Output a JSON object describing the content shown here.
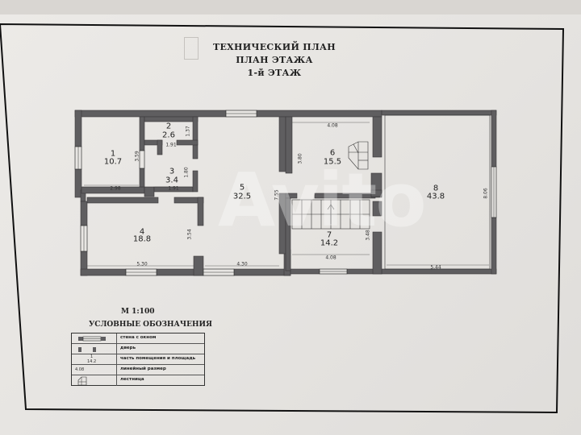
{
  "header": {
    "title1": "ТЕХНИЧЕСКИЙ ПЛАН",
    "title2": "ПЛАН ЭТАЖА",
    "title3": "1-й ЭТАЖ"
  },
  "watermark": "Avito",
  "rooms": [
    {
      "num": "1",
      "area": "10.7"
    },
    {
      "num": "2",
      "area": "2.6"
    },
    {
      "num": "3",
      "area": "3.4"
    },
    {
      "num": "4",
      "area": "18.8"
    },
    {
      "num": "5",
      "area": "32.5"
    },
    {
      "num": "6",
      "area": "15.5"
    },
    {
      "num": "7",
      "area": "14.2"
    },
    {
      "num": "8",
      "area": "43.8"
    }
  ],
  "dims": {
    "d_3_59": "3.59",
    "d_1_91a": "1.91",
    "d_1_37": "1.37",
    "d_1_80": "1.80",
    "d_2_98": "2.98",
    "d_1_91b": "1.91",
    "d_3_54": "3.54",
    "d_5_30": "5.30",
    "d_4_30": "4.30",
    "d_7_55": "7.55",
    "d_3_80": "3.80",
    "d_4_08a": "4.08",
    "d_3_48": "3.48",
    "d_4_08b": "4.08",
    "d_8_06": "8.06",
    "d_5_44": "5.44"
  },
  "scale": "М 1:100",
  "legend": {
    "title": "УСЛОВНЫЕ ОБОЗНАЧЕНИЯ",
    "rows": [
      {
        "text": "стена с окном"
      },
      {
        "text": "дверь"
      },
      {
        "text": "часть помещения и площадь"
      },
      {
        "text": "линейный размер"
      },
      {
        "text": "лестница"
      }
    ],
    "sample_num": "1",
    "sample_area": "14.2",
    "sample_dim": "4.08"
  },
  "colors": {
    "wall": "#5f5e60",
    "wall_edge": "#3a393b",
    "line": "#222222"
  }
}
